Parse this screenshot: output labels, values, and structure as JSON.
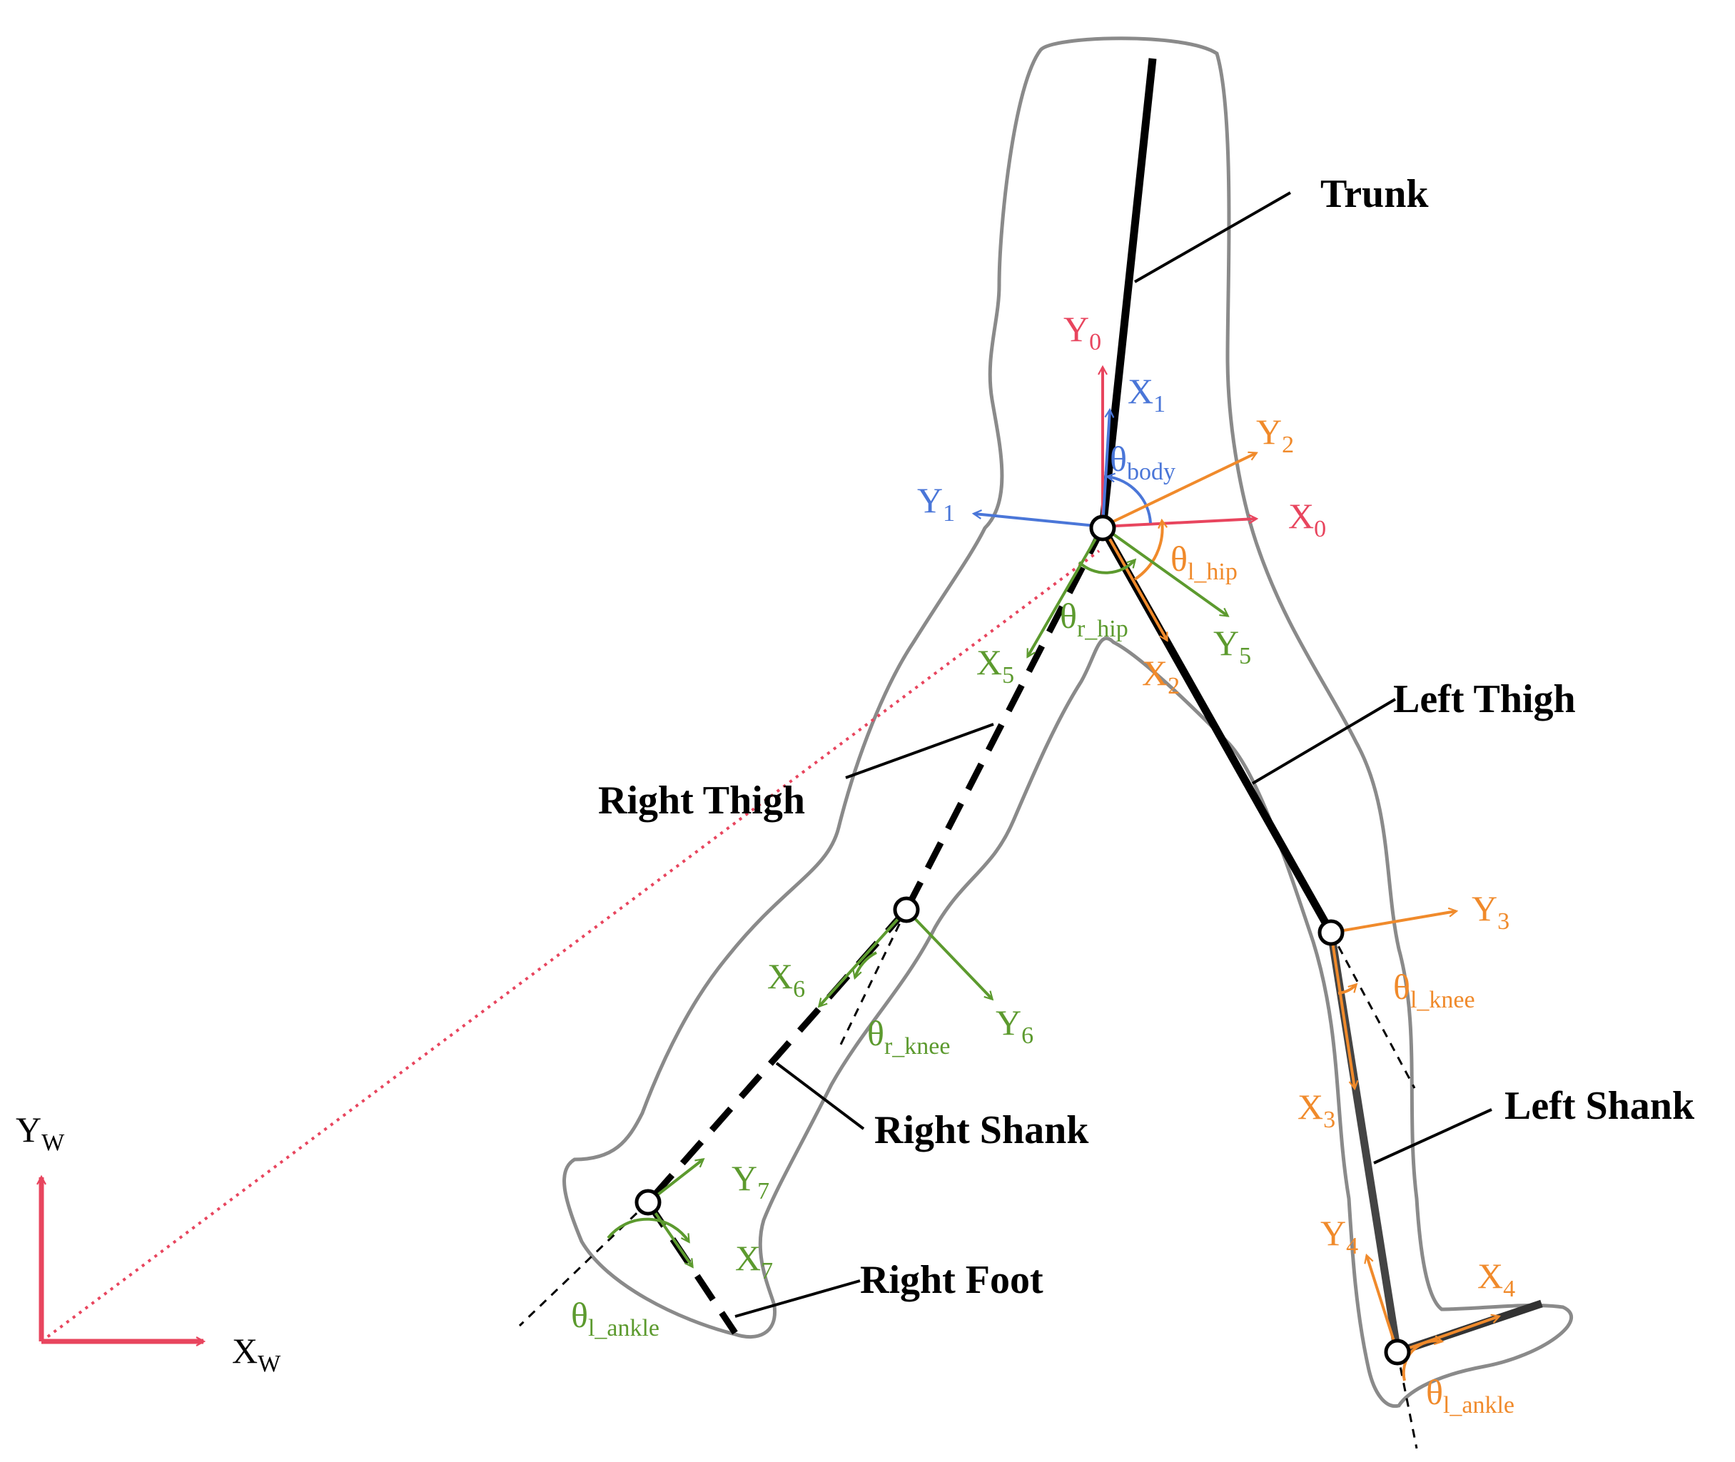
{
  "colors": {
    "world": "#e8455e",
    "body": "#4a76d8",
    "left": "#f08a2b",
    "right": "#5c9a2e",
    "outline": "#8a8a8a",
    "skeleton": "#000000"
  },
  "segments": {
    "trunk": "Trunk",
    "left_thigh": "Left Thigh",
    "right_thigh": "Right Thigh",
    "right_shank": "Right Shank",
    "left_shank": "Left Shank",
    "right_foot": "Right Foot"
  },
  "axes": {
    "y0": {
      "main": "Y",
      "sub": "0"
    },
    "x0": {
      "main": "X",
      "sub": "0"
    },
    "x1": {
      "main": "X",
      "sub": "1"
    },
    "y1": {
      "main": "Y",
      "sub": "1"
    },
    "y2": {
      "main": "Y",
      "sub": "2"
    },
    "x2": {
      "main": "X",
      "sub": "2"
    },
    "y3": {
      "main": "Y",
      "sub": "3"
    },
    "x3": {
      "main": "X",
      "sub": "3"
    },
    "y4": {
      "main": "Y",
      "sub": "4"
    },
    "x4": {
      "main": "X",
      "sub": "4"
    },
    "x5": {
      "main": "X",
      "sub": "5"
    },
    "y5": {
      "main": "Y",
      "sub": "5"
    },
    "x6": {
      "main": "X",
      "sub": "6"
    },
    "y6": {
      "main": "Y",
      "sub": "6"
    },
    "y7": {
      "main": "Y",
      "sub": "7"
    },
    "x7": {
      "main": "X",
      "sub": "7"
    },
    "yw": {
      "main": "Y",
      "sub": "W"
    },
    "xw": {
      "main": "X",
      "sub": "W"
    }
  },
  "angles": {
    "body": {
      "main": "θ",
      "sub": "body"
    },
    "l_hip": {
      "main": "θ",
      "sub": "l_hip"
    },
    "r_hip": {
      "main": "θ",
      "sub": "r_hip"
    },
    "l_knee": {
      "main": "θ",
      "sub": "l_knee"
    },
    "r_knee": {
      "main": "θ",
      "sub": "r_knee"
    },
    "l_ankle_right_leg": {
      "main": "θ",
      "sub": "l_ankle"
    },
    "l_ankle_left_leg": {
      "main": "θ",
      "sub": "l_ankle"
    }
  }
}
